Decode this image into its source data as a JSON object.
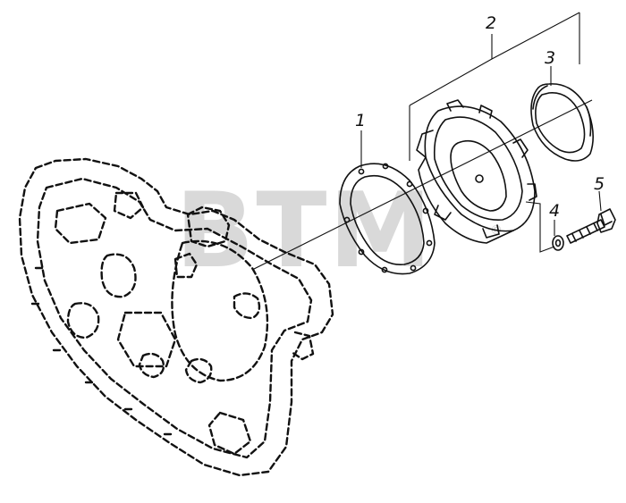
{
  "callouts": [
    {
      "id": "gasket",
      "label": "1"
    },
    {
      "id": "cover-assembly",
      "label": "2"
    },
    {
      "id": "oil-seal",
      "label": "3"
    },
    {
      "id": "washer",
      "label": "4"
    },
    {
      "id": "bolt",
      "label": "5"
    }
  ],
  "watermark": {
    "text": "BTM",
    "mark": "®"
  }
}
